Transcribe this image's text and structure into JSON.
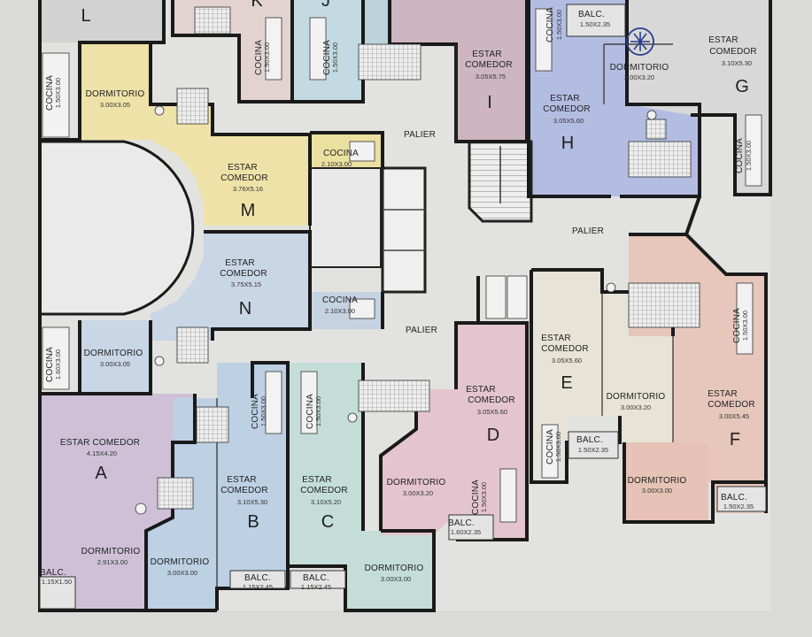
{
  "labels": {
    "dormitorio": "DORMITORIO",
    "cocina": "COCINA",
    "estar_comedor": "ESTAR COMEDOR",
    "estar": "ESTAR",
    "comedor": "COMEDOR",
    "balc": "BALC.",
    "palier": "PALIER"
  },
  "units": {
    "L": {
      "letter": "L"
    },
    "K": {
      "letter": "K",
      "cocina_dim": "1.50X3.00"
    },
    "J": {
      "letter": "J",
      "cocina_dim": "1.50X3.00"
    },
    "I": {
      "letter": "I",
      "estar_dim": "3.05X5.75"
    },
    "H": {
      "letter": "H",
      "estar_dim": "3.05X5.60",
      "cocina_dim": "1.50X3.00",
      "balc_dim": "1.50X2.35",
      "dorm_dim": "3.00X3.20"
    },
    "G": {
      "letter": "G",
      "estar_dim": "3.10X5.30",
      "cocina_dim": "1.50X3.00"
    },
    "M": {
      "letter": "M",
      "dorm_dim": "3.00X3.05",
      "cocina_left_dim": "1.50X3.00",
      "estar_dim": "3.76X5.16",
      "cocina_dim": "2.10X3.00"
    },
    "N": {
      "letter": "N",
      "dorm_dim": "3.00X3.05",
      "cocina_left_dim": "1.60X3.00",
      "estar_dim": "3.75X5.15",
      "cocina_dim": "2.10X3.00"
    },
    "A": {
      "letter": "A",
      "estar_dim": "4.15X4.20",
      "dorm_dim": "2.91X3.00",
      "balc_dim": "1.15X1.50"
    },
    "B": {
      "letter": "B",
      "estar_dim": "3.10X5.30",
      "cocina_dim": "1.50X3.00",
      "dorm_dim": "3.00X3.00",
      "balc_dim": "1.15X2.45"
    },
    "C": {
      "letter": "C",
      "estar_dim": "3.10X5.20",
      "cocina_dim": "1.50X3.00",
      "dorm_dim": "3.00X3.00",
      "balc_dim": "1.15X2.45"
    },
    "D": {
      "letter": "D",
      "estar_dim": "3.05X5.60",
      "cocina_dim": "1.50X3.00",
      "dorm_dim": "3.00X3.20",
      "balc_dim": "1.60X2.35"
    },
    "E": {
      "letter": "E",
      "estar_dim": "3.05X5.60",
      "cocina_dim": "1.50X3.00",
      "dorm_dim": "3.00X3.20",
      "balc_dim": "1.50X2.35"
    },
    "F": {
      "letter": "F",
      "estar_dim": "3.00X5.45",
      "cocina_dim": "1.50X3.00",
      "dorm_dim": "3.00X3.00",
      "balc_dim": "1.50X2.35"
    }
  },
  "colors": {
    "A": "#cdbfd6",
    "B": "#bcd0e2",
    "C": "#c3dcd8",
    "D": "#e2c4ce",
    "E": "#e6e2d5",
    "F": "#e6c6bb",
    "G": "#d6d6d6",
    "H": "#b2bde0",
    "I": "#cdb8c2",
    "J": "#bfd7e0",
    "K": "#e0d1cf",
    "L": "#d4d4d4",
    "M": "#ece0a6",
    "N": "#c8d6e4",
    "circulation": "#d8d8d8",
    "wall": "#1a1a1a"
  },
  "annotation_icon": "star-doodle-icon"
}
